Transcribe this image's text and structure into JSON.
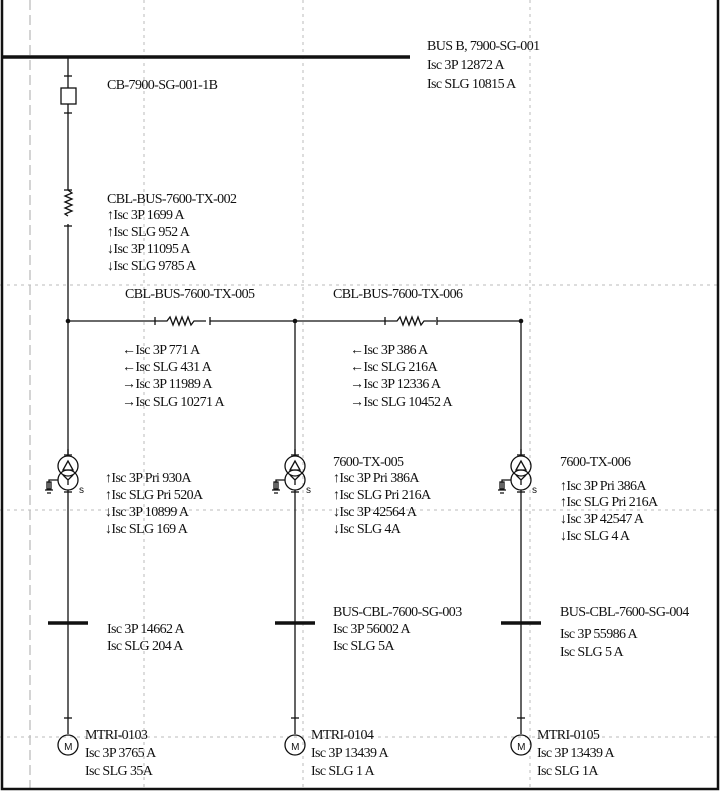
{
  "bus_b": {
    "lines": [
      "BUS B, 7900-SG-001",
      "Isc 3P 12872 A",
      "Isc SLG 10815 A"
    ]
  },
  "breaker": {
    "lines": [
      "CB-7900-SG-001-1B"
    ]
  },
  "cable_002": {
    "lines": [
      "CBL-BUS-7600-TX-002",
      "↑Isc 3P 1699 A",
      "↑Isc SLG 952 A",
      "↓Isc 3P 11095 A",
      "↓Isc SLG 9785 A"
    ]
  },
  "cable_005_title": {
    "lines": [
      "CBL-BUS-7600-TX-005"
    ]
  },
  "cable_006_title": {
    "lines": [
      "CBL-BUS-7600-TX-006"
    ]
  },
  "cable_005": {
    "lines": [
      "←Isc 3P 771 A",
      "←Isc SLG 431 A",
      "→Isc 3P 11989 A",
      "→Isc SLG 10271 A"
    ]
  },
  "cable_006": {
    "lines": [
      "←Isc 3P 386 A",
      "←Isc SLG 216A",
      "→Isc 3P 12336 A",
      "→Isc SLG 10452 A"
    ]
  },
  "tx_1": {
    "lines": [
      "↑Isc 3P Pri 930A",
      "↑Isc SLG Pri 520A",
      "↓Isc 3P 10899 A",
      "↓Isc SLG 169 A"
    ]
  },
  "tx_005": {
    "lines": [
      "7600-TX-005",
      "↑Isc 3P Pri 386A",
      "↑Isc SLG Pri 216A",
      "↓Isc 3P 42564 A",
      "↓Isc SLG 4A"
    ]
  },
  "tx_006": {
    "lines": [
      "7600-TX-006",
      "↑Isc 3P Pri 386A",
      "↑Isc SLG Pri 216A",
      "↓Isc 3P 42547 A",
      "↓Isc SLG 4 A"
    ]
  },
  "bus_1": {
    "lines": [
      "Isc 3P 14662 A",
      "Isc SLG 204 A"
    ]
  },
  "bus_003": {
    "lines": [
      "BUS-CBL-7600-SG-003",
      "Isc 3P 56002 A",
      "Isc SLG 5A"
    ]
  },
  "bus_004": {
    "lines": [
      "BUS-CBL-7600-SG-004",
      "Isc 3P 55986 A",
      "Isc SLG 5 A"
    ]
  },
  "motor_0103": {
    "lines": [
      "MTRI-0103",
      "Isc 3P 3765 A",
      "Isc SLG 35A"
    ]
  },
  "motor_0104": {
    "lines": [
      "MTRI-0104",
      "Isc 3P 13439 A",
      "Isc SLG 1 A"
    ]
  },
  "motor_0105": {
    "lines": [
      "MTRI-0105",
      "Isc 3P 13439 A",
      "Isc SLG 1A"
    ]
  },
  "symbols": {
    "motor_letter": "M",
    "secondary_marker": "s"
  }
}
